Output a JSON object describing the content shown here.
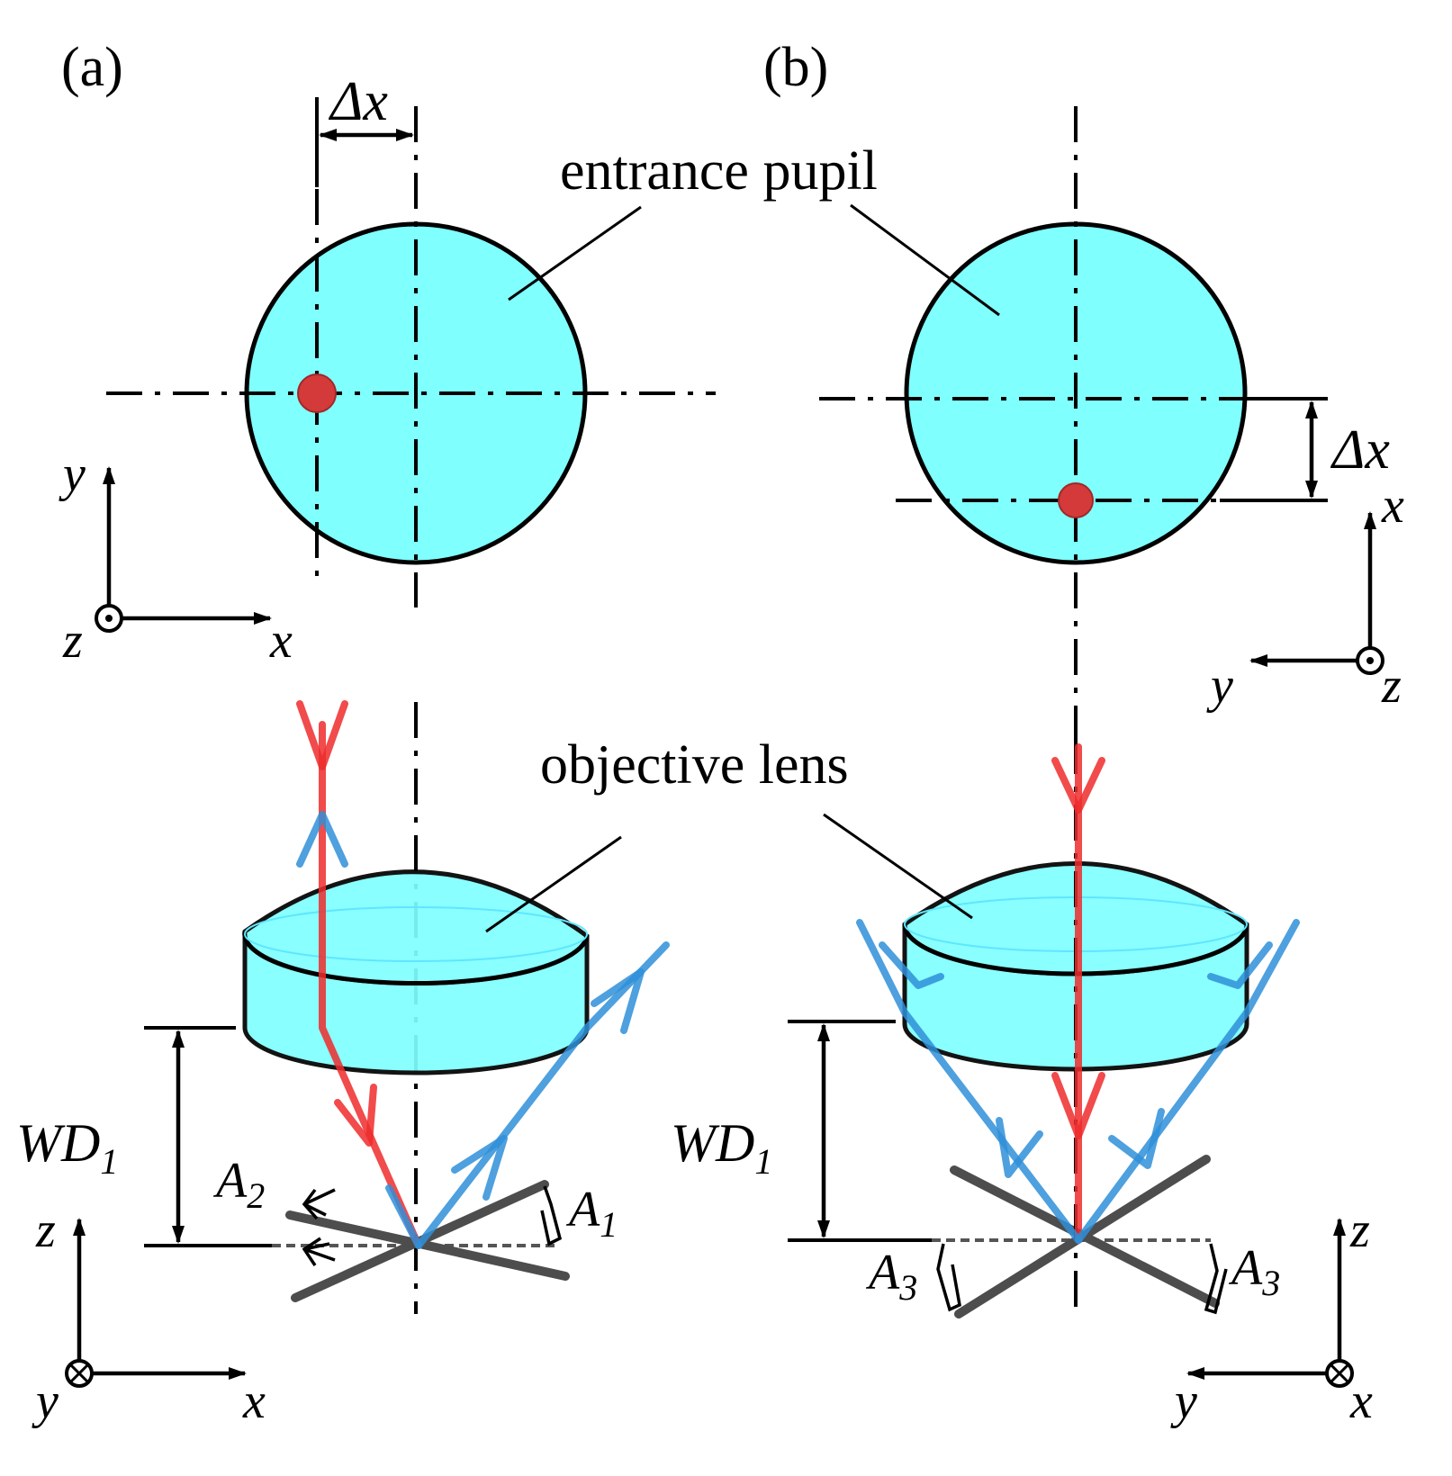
{
  "panels": {
    "a": {
      "label": "(a)"
    },
    "b": {
      "label": "(b)"
    }
  },
  "annotations": {
    "entrance_pupil": "entrance pupil",
    "objective_lens": "objective lens",
    "delta_x_symbol": "Δx",
    "working_distance": {
      "base": "WD",
      "sub": "1"
    },
    "A1": {
      "base": "A",
      "sub": "1"
    },
    "A2": {
      "base": "A",
      "sub": "2"
    },
    "A3": {
      "base": "A",
      "sub": "3"
    }
  },
  "axes_labels": {
    "x": "x",
    "y": "y",
    "z": "z"
  },
  "colors": {
    "pupil_fill": "#80ffff",
    "spot": "#d43a3a",
    "incident_beam": "#ee2b2b",
    "reflected_beam": "#2f8fd8",
    "mirror": "#4d4d4d"
  },
  "icons": {
    "out_of_page": "circle-dot-icon",
    "into_page": "circle-cross-icon"
  }
}
